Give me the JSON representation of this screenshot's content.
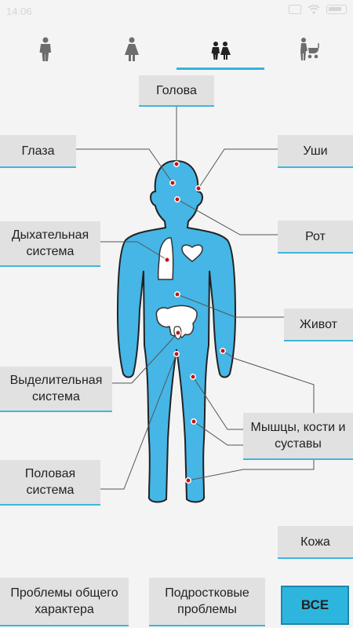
{
  "status_bar": {
    "time": "14:06"
  },
  "tabs": [
    {
      "icon": "man-icon"
    },
    {
      "icon": "woman-icon"
    },
    {
      "icon": "children-icon",
      "selected": true
    },
    {
      "icon": "baby-stroller-icon"
    }
  ],
  "accent_color": "#2eb5dd",
  "body_color": "#45b6e6",
  "body_parts": {
    "head": "Голова",
    "eyes": "Глаза",
    "ears": "Уши",
    "mouth": "Рот",
    "respiratory": "Дыхательная система",
    "stomach": "Живот",
    "excretory": "Выделительная система",
    "musculoskeletal": "Мышцы, кости и суставы",
    "reproductive": "Половая система",
    "skin": "Кожа"
  },
  "bottom_buttons": {
    "general": "Проблемы общего характера",
    "teen": "Подростковые проблемы",
    "all": "ВСЕ"
  }
}
